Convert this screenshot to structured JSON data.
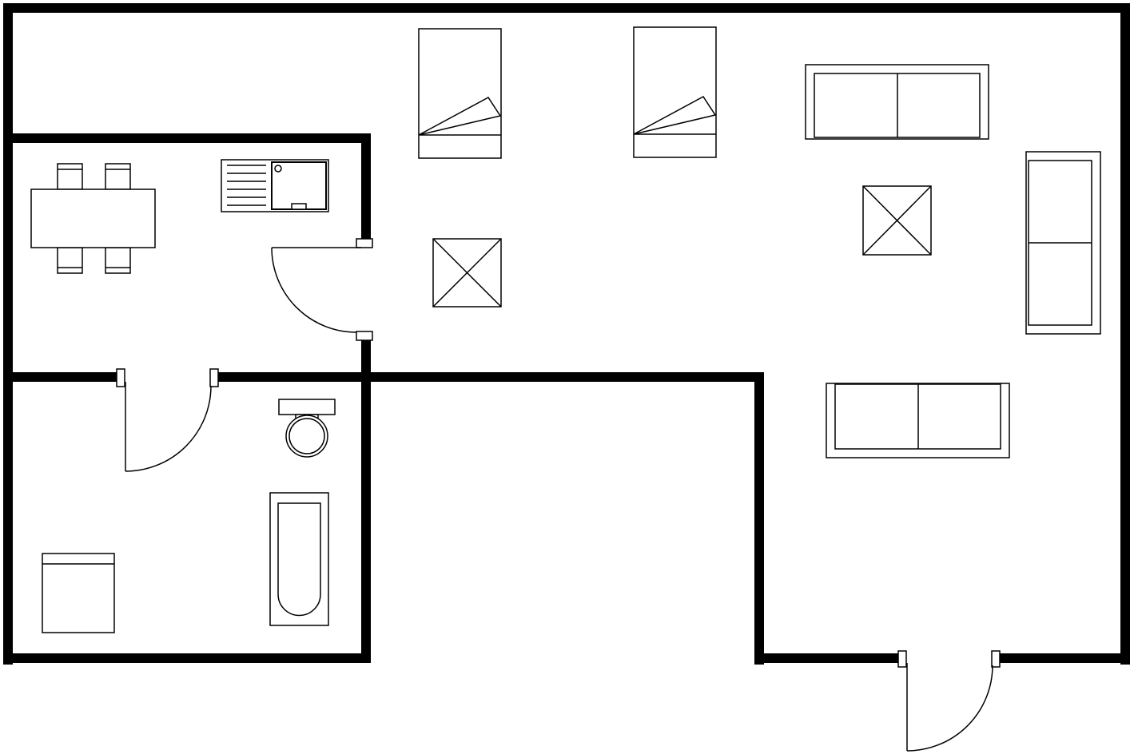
{
  "diagram": {
    "type": "floor-plan",
    "colors": {
      "wall": "#000000",
      "background": "#ffffff"
    },
    "rooms": [
      "kitchen-dining",
      "bathroom",
      "living-bedroom"
    ],
    "furniture": [
      "dining-table",
      "chair",
      "chair",
      "chair",
      "chair",
      "sink",
      "bed",
      "bed",
      "table",
      "table",
      "sofa",
      "sofa",
      "sofa",
      "toilet",
      "bathtub",
      "cabinet"
    ],
    "doors": [
      "kitchen-door",
      "bathroom-door",
      "entry-door"
    ]
  }
}
